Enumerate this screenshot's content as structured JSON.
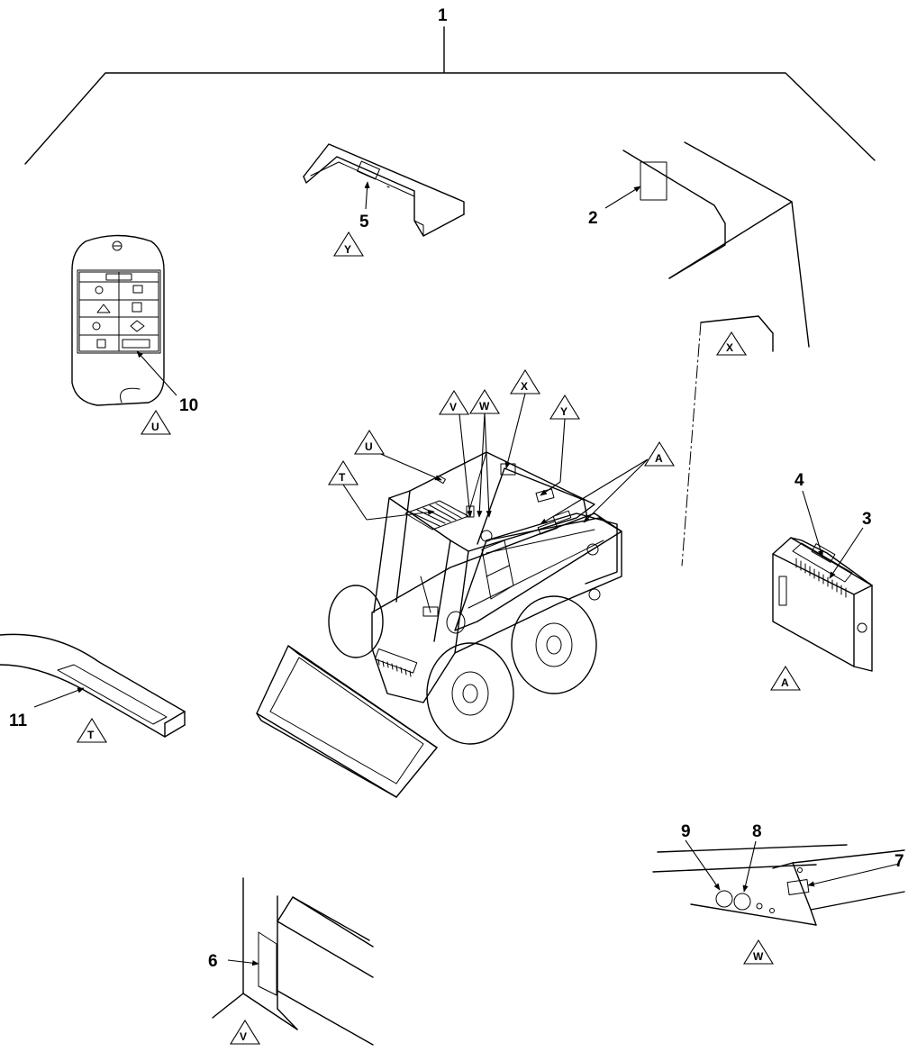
{
  "callouts": {
    "c1": "1",
    "c2": "2",
    "c3": "3",
    "c4": "4",
    "c5": "5",
    "c6": "6",
    "c7": "7",
    "c8": "8",
    "c9": "9",
    "c10": "10",
    "c11": "11"
  },
  "view_markers": {
    "y_top": "Y",
    "x_right": "X",
    "u_left": "U",
    "a_right": "A",
    "t_left": "T",
    "w_bottom": "W",
    "v_bottom": "V",
    "v_main": "V",
    "w_main": "W",
    "x_main": "X",
    "y_main": "Y",
    "u_main": "U",
    "t_main": "T",
    "a_main": "A"
  }
}
